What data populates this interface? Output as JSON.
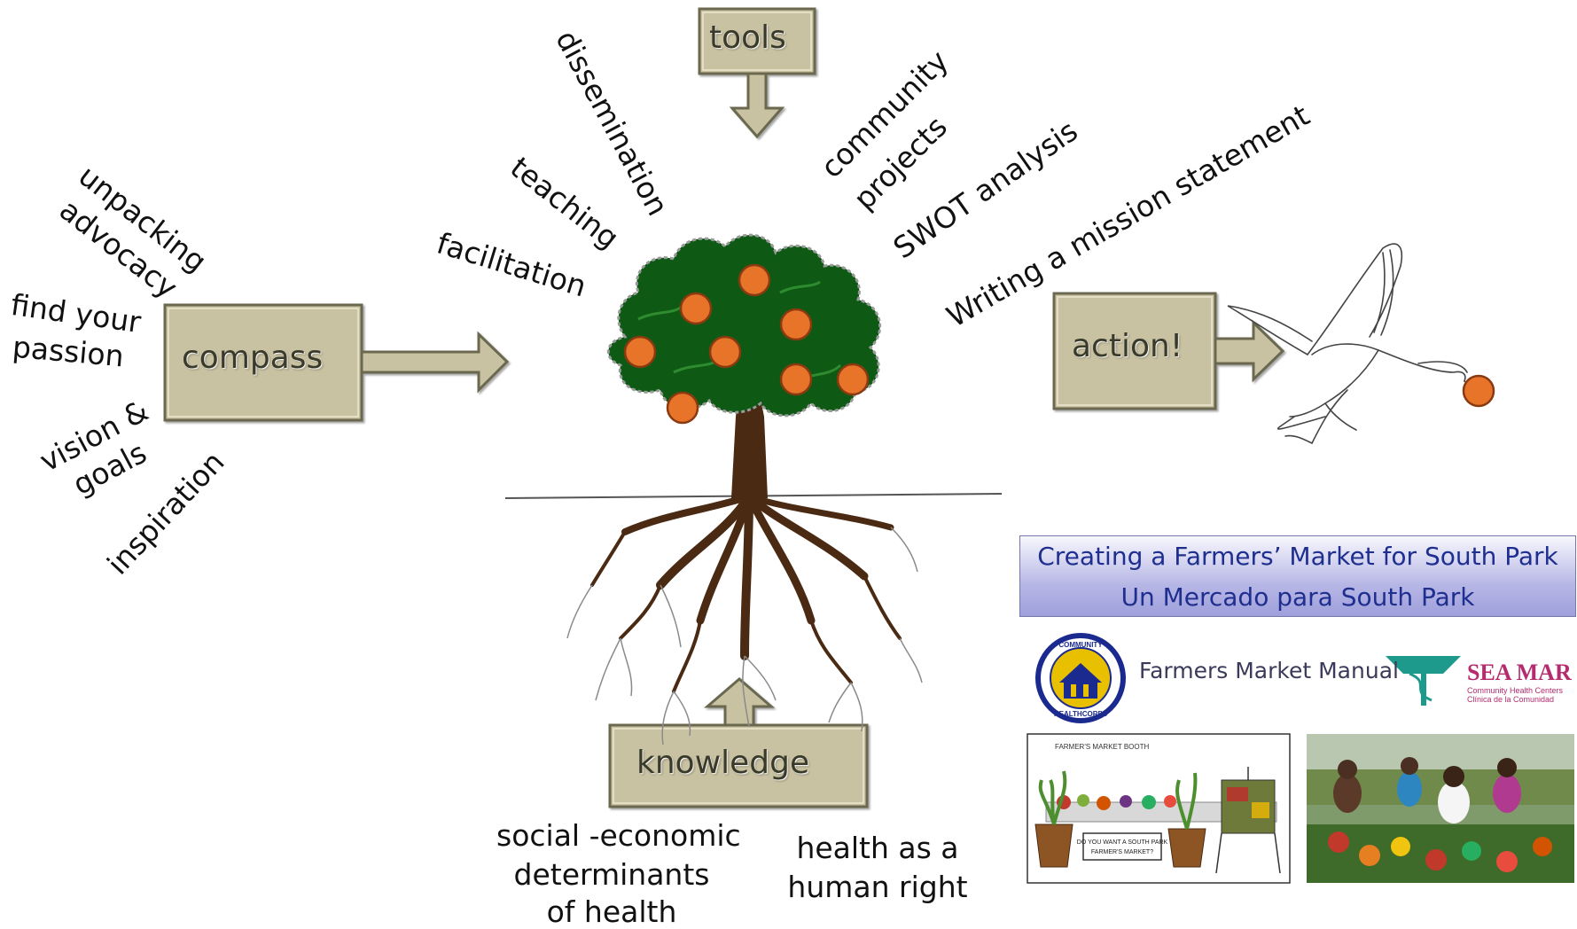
{
  "compass": {
    "label": "compass",
    "items": [
      "unpacking",
      "advocacy",
      "find your",
      "passion",
      "vision &",
      "goals",
      "inspiration"
    ]
  },
  "tools": {
    "label": "tools",
    "items": [
      "dissemination",
      "teaching",
      "facilitation",
      "community",
      "projects",
      "SWOT analysis",
      "Writing a mission statement"
    ]
  },
  "knowledge": {
    "label": "knowledge",
    "items": [
      "social -economic",
      "determinants",
      "of health",
      "health as a",
      "human right"
    ]
  },
  "action": {
    "label": "action!"
  },
  "manual": {
    "banner_line1": "Creating a Farmers’ Market for South Park",
    "banner_line2": "Un Mercado para South Park",
    "title": "Farmers Market Manual",
    "healthcorps_top": "COMMUNITY",
    "healthcorps_bottom": "HEALTHCORPS",
    "seamar_name": "SEA MAR",
    "seamar_sub1": "Community Health Centers",
    "seamar_sub2": "Clínica de la Comunidad",
    "booth_title": "FARMER'S MARKET BOOTH",
    "booth_sign1": "DO YOU WANT A SOUTH PARK",
    "booth_sign2": "FARMER'S MARKET?"
  },
  "colors": {
    "box_fill": "#c9c2a2",
    "box_border": "#6b6750",
    "foliage": "#0e5a14",
    "fruit": "#e8742a",
    "trunk": "#4a2a12",
    "banner_text": "#1f2f8f"
  }
}
